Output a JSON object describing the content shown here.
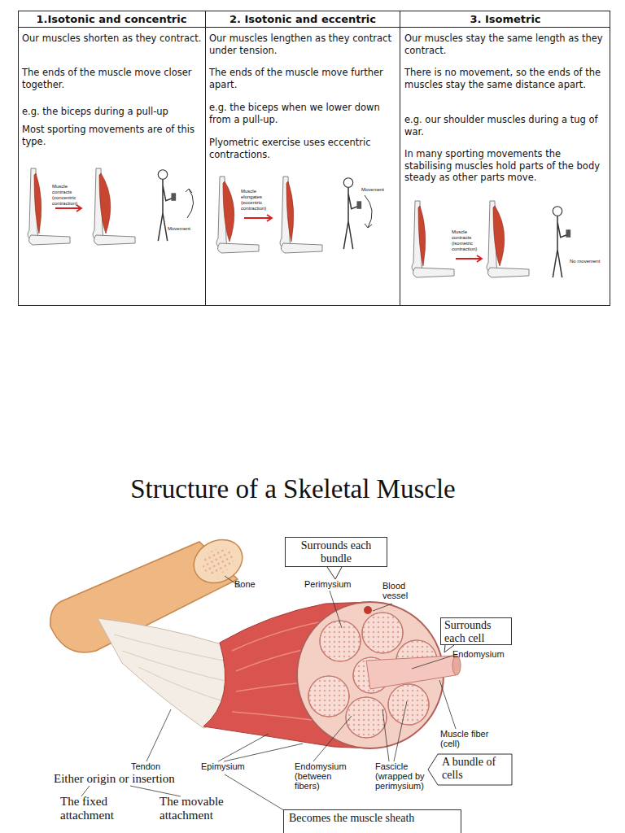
{
  "diagram": {
    "title": "Structure of a Skeletal Muscle",
    "nodes": [
      {
        "text": [
          "Surrounds each bundle"
        ]
      },
      {
        "text": [
          "Surrounds each cell"
        ]
      },
      {
        "text": [
          "A bundle of cells"
        ]
      },
      {
        "text": [
          "Becomes the muscle sheath"
        ]
      }
    ],
    "labels": [
      "1.Isotonic and concentric",
      "Our muscles shorten as they contract.",
      "The ends of the muscle move closer together.",
      "e.g. the biceps during a pull-up",
      "Most sporting movements are of this type.",
      "Muscle contracts (concentric contraction)",
      "Movement",
      "2. Isotonic and eccentric",
      "Our muscles lengthen as they contract under tension.",
      "The ends of the muscle move further apart.",
      "e.g. the biceps when we lower down from a pull-up.",
      "Plyometric exercise uses eccentric contractions.",
      "Muscle elongates (eccentric contraction)",
      "Movement",
      "3. Isometric",
      "Our muscles stay the same length as they contract.",
      "There is no movement, so the ends of the muscles stay the same distance apart.",
      "e.g. our shoulder muscles during a tug of war.",
      "In many sporting movements the stabilising muscles hold parts of the body steady as other parts move.",
      "Muscle contracts (isometric contraction)",
      "No movement",
      "Bone",
      "Perimysium",
      "Blood vessel",
      "Endomysium",
      "Muscle fiber (cell)",
      "Tendon",
      "Epimysium",
      "Endomysium (between fibers)",
      "Fascicle (wrapped by perimysium)",
      "Either origin or insertion",
      "The fixed attachment",
      "The movable attachment"
    ]
  }
}
